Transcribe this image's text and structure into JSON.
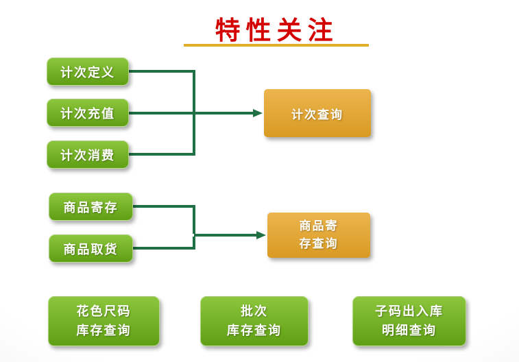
{
  "slide": {
    "title": "特性关注"
  },
  "colors": {
    "title_color": "#d40000",
    "underline_color": "#dfaf2b",
    "green_top": "#8cc63c",
    "green_bottom": "#5f9f14",
    "orange_top": "#ecb54e",
    "orange_bottom": "#d89a22",
    "connector_color": "#1f7145"
  },
  "flows": [
    {
      "sources": [
        "计次定义",
        "计次充值",
        "计次消费"
      ],
      "target": "计次查询"
    },
    {
      "sources": [
        "商品寄存",
        "商品取货"
      ],
      "target": "商品寄存查询",
      "target_lines": [
        "商品寄",
        "存查询"
      ]
    }
  ],
  "bottom_nodes": [
    {
      "lines": [
        "花色尺码",
        "库存查询"
      ]
    },
    {
      "lines": [
        "批次",
        "库存查询"
      ]
    },
    {
      "lines": [
        "子码出入库",
        "明细查询"
      ]
    }
  ]
}
